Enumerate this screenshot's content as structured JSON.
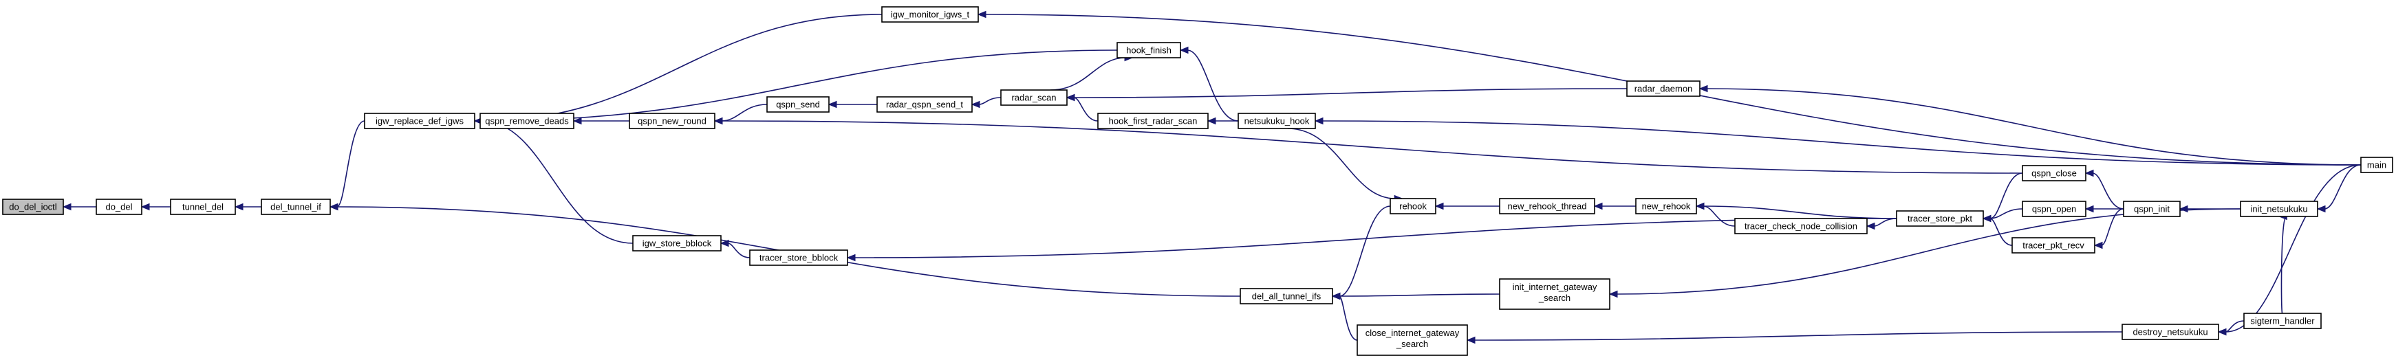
{
  "graph": {
    "colors": {
      "edge": "#191970",
      "node_border": "#000000",
      "root_fill": "#bfbfbf",
      "node_fill": "#ffffff"
    },
    "nodes": [
      {
        "id": "do_del_ioctl",
        "label": "do_del_ioctl",
        "root": true
      },
      {
        "id": "do_del",
        "label": "do_del"
      },
      {
        "id": "tunnel_del",
        "label": "tunnel_del"
      },
      {
        "id": "del_tunnel_if",
        "label": "del_tunnel_if"
      },
      {
        "id": "igw_replace_def_igws",
        "label": "igw_replace_def_igws"
      },
      {
        "id": "igw_monitor_igws_t",
        "label": "igw_monitor_igws_t"
      },
      {
        "id": "hook_finish",
        "label": "hook_finish"
      },
      {
        "id": "qspn_remove_deads",
        "label": "qspn_remove_deads"
      },
      {
        "id": "qspn_new_round",
        "label": "qspn_new_round"
      },
      {
        "id": "qspn_send",
        "label": "qspn_send"
      },
      {
        "id": "radar_qspn_send_t",
        "label": "radar_qspn_send_t"
      },
      {
        "id": "radar_scan",
        "label": "radar_scan"
      },
      {
        "id": "radar_daemon",
        "label": "radar_daemon"
      },
      {
        "id": "hook_first_radar_scan",
        "label": "hook_first_radar_scan"
      },
      {
        "id": "netsukuku_hook",
        "label": "netsukuku_hook"
      },
      {
        "id": "igw_store_bblock",
        "label": "igw_store_bblock"
      },
      {
        "id": "tracer_store_bblock",
        "label": "tracer_store_bblock"
      },
      {
        "id": "rehook",
        "label": "rehook"
      },
      {
        "id": "new_rehook_thread",
        "label": "new_rehook_thread"
      },
      {
        "id": "new_rehook",
        "label": "new_rehook"
      },
      {
        "id": "tracer_check_node_collision",
        "label": "tracer_check_node_collision"
      },
      {
        "id": "tracer_store_pkt",
        "label": "tracer_store_pkt"
      },
      {
        "id": "qspn_close",
        "label": "qspn_close"
      },
      {
        "id": "qspn_open",
        "label": "qspn_open"
      },
      {
        "id": "tracer_pkt_recv",
        "label": "tracer_pkt_recv"
      },
      {
        "id": "qspn_init",
        "label": "qspn_init"
      },
      {
        "id": "init_netsukuku",
        "label": "init_netsukuku"
      },
      {
        "id": "main",
        "label": "main"
      },
      {
        "id": "del_all_tunnel_ifs",
        "label": "del_all_tunnel_ifs"
      },
      {
        "id": "init_internet_gateway_search",
        "label": "init_internet_gateway\n_search"
      },
      {
        "id": "close_internet_gateway_search",
        "label": "close_internet_gateway\n_search"
      },
      {
        "id": "destroy_netsukuku",
        "label": "destroy_netsukuku"
      },
      {
        "id": "sigterm_handler",
        "label": "sigterm_handler"
      }
    ],
    "edges": [
      [
        "do_del",
        "do_del_ioctl"
      ],
      [
        "tunnel_del",
        "do_del"
      ],
      [
        "del_tunnel_if",
        "tunnel_del"
      ],
      [
        "igw_replace_def_igws",
        "del_tunnel_if"
      ],
      [
        "del_all_tunnel_ifs",
        "del_tunnel_if"
      ],
      [
        "igw_monitor_igws_t",
        "igw_replace_def_igws"
      ],
      [
        "hook_finish",
        "igw_replace_def_igws"
      ],
      [
        "qspn_remove_deads",
        "igw_replace_def_igws"
      ],
      [
        "igw_store_bblock",
        "igw_replace_def_igws"
      ],
      [
        "qspn_new_round",
        "qspn_remove_deads"
      ],
      [
        "qspn_send",
        "qspn_new_round"
      ],
      [
        "qspn_close",
        "qspn_new_round"
      ],
      [
        "radar_qspn_send_t",
        "qspn_send"
      ],
      [
        "radar_scan",
        "radar_qspn_send_t"
      ],
      [
        "radar_scan",
        "hook_finish"
      ],
      [
        "netsukuku_hook",
        "hook_finish"
      ],
      [
        "radar_daemon",
        "radar_scan"
      ],
      [
        "hook_first_radar_scan",
        "radar_scan"
      ],
      [
        "netsukuku_hook",
        "hook_first_radar_scan"
      ],
      [
        "main",
        "igw_monitor_igws_t"
      ],
      [
        "main",
        "radar_daemon"
      ],
      [
        "main",
        "netsukuku_hook"
      ],
      [
        "tracer_store_bblock",
        "igw_store_bblock"
      ],
      [
        "tracer_store_pkt",
        "tracer_store_bblock"
      ],
      [
        "netsukuku_hook",
        "rehook"
      ],
      [
        "rehook",
        "del_all_tunnel_ifs"
      ],
      [
        "new_rehook_thread",
        "rehook"
      ],
      [
        "new_rehook",
        "new_rehook_thread"
      ],
      [
        "tracer_store_pkt",
        "new_rehook"
      ],
      [
        "tracer_check_node_collision",
        "new_rehook"
      ],
      [
        "tracer_store_pkt",
        "tracer_check_node_collision"
      ],
      [
        "qspn_close",
        "tracer_store_pkt"
      ],
      [
        "qspn_open",
        "tracer_store_pkt"
      ],
      [
        "tracer_pkt_recv",
        "tracer_store_pkt"
      ],
      [
        "qspn_init",
        "qspn_close"
      ],
      [
        "qspn_init",
        "qspn_open"
      ],
      [
        "qspn_init",
        "tracer_pkt_recv"
      ],
      [
        "init_netsukuku",
        "qspn_init"
      ],
      [
        "main",
        "init_netsukuku"
      ],
      [
        "sigterm_handler",
        "init_netsukuku"
      ],
      [
        "init_internet_gateway_search",
        "del_all_tunnel_ifs"
      ],
      [
        "close_internet_gateway_search",
        "del_all_tunnel_ifs"
      ],
      [
        "init_netsukuku",
        "init_internet_gateway_search"
      ],
      [
        "destroy_netsukuku",
        "close_internet_gateway_search"
      ],
      [
        "main",
        "destroy_netsukuku"
      ],
      [
        "sigterm_handler",
        "destroy_netsukuku"
      ]
    ]
  }
}
